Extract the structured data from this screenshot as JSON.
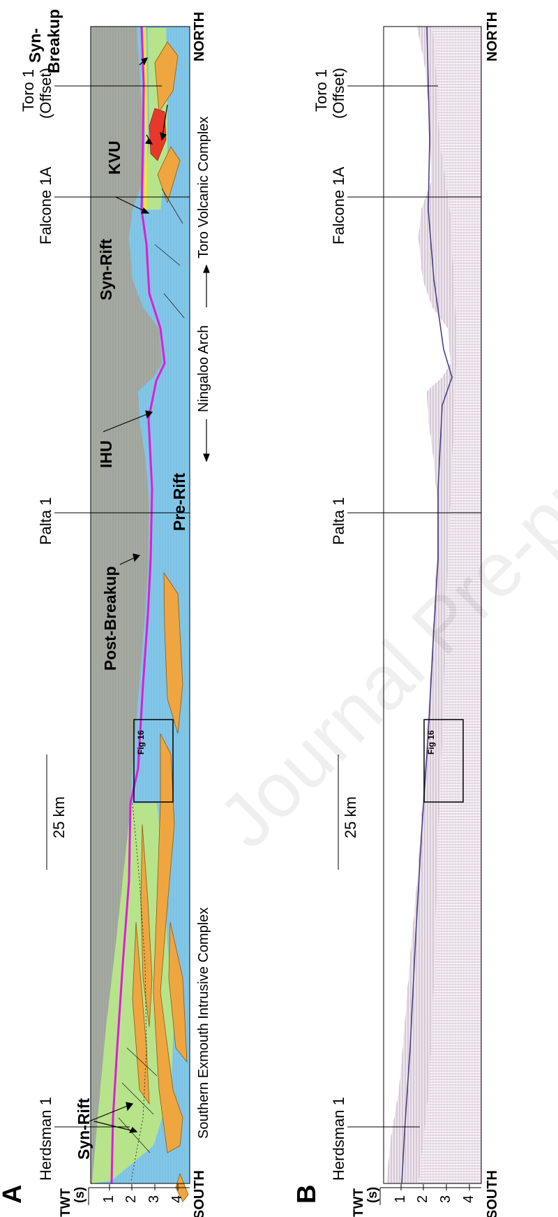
{
  "panel_a": {
    "letter": "A",
    "twt_label": "TWT",
    "twt_unit": "(s)",
    "twt_ticks": [
      "1",
      "2",
      "3",
      "4"
    ],
    "wells": [
      "Herdsman 1",
      "Palta 1",
      "Falcone 1A",
      "Toro 1",
      "(Offset)"
    ],
    "scale_label": "25 km",
    "end_south": "SOUTH",
    "end_north": "NORTH",
    "features": {
      "southern_exmouth": "Southern Exmouth Intrusive Complex",
      "ningaloo": "Ningaloo Arch",
      "toro_volcanic": "Toro Volcanic Complex"
    },
    "units": {
      "syn_rift_south": "Syn-Rift",
      "post_breakup": "Post-Breakup",
      "ihu": "IHU",
      "pre_rift": "Pre-Rift",
      "syn_rift_north": "Syn-Rift",
      "kvu": "KVU",
      "syn": "Syn-",
      "breakup": "Breakup"
    },
    "fig_box_label": "Fig 16"
  },
  "panel_b": {
    "letter": "B",
    "twt_label": "TWT",
    "twt_unit": "(s)",
    "twt_ticks": [
      "1",
      "2",
      "3",
      "4"
    ],
    "wells": [
      "Herdsman 1",
      "Palta 1",
      "Falcone 1A",
      "Toro 1",
      "(Offset)"
    ],
    "scale_label": "25 km",
    "end_south": "SOUTH",
    "end_north": "NORTH",
    "fig_box_label": "Fig 16"
  },
  "watermark": "Journal Pre-proof",
  "colors": {
    "post_breakup": "#83c7e8",
    "pre_rift": "#a4aaa2",
    "syn_rift": "#b7e48a",
    "sills": "#f0a640",
    "kvu": "#e8382a",
    "ihu_line": "#e21ad9",
    "breakup_line": "#f3e62a",
    "seismic": "#b7a3b8"
  }
}
